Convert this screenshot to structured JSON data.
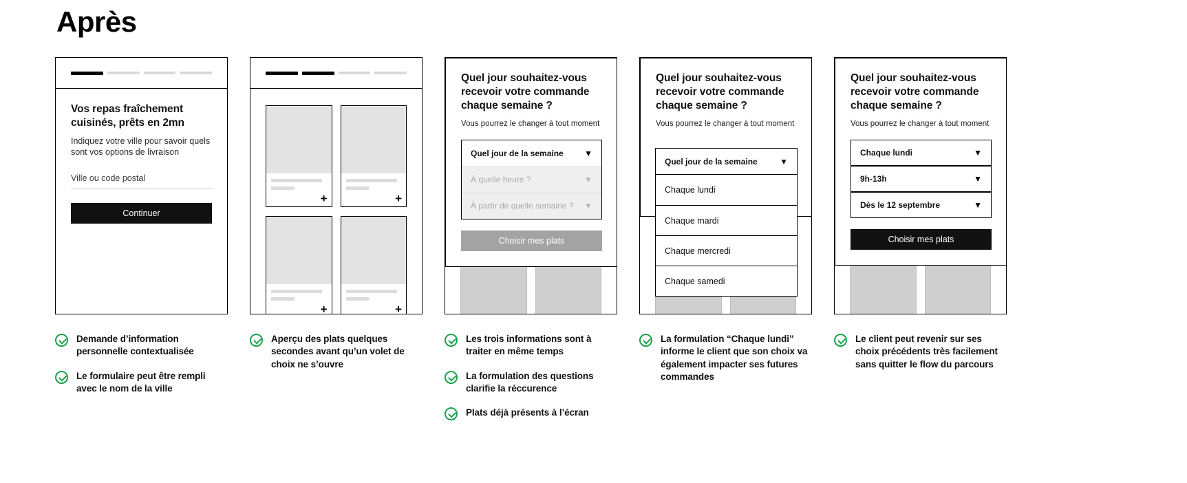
{
  "page": {
    "title": "Après"
  },
  "icons": {
    "caret_down": "▼",
    "plus": "+",
    "check": "check-icon"
  },
  "colors": {
    "accent_check": "#16a34a",
    "primary_button": "#111111",
    "disabled_button": "#a3a3a3",
    "placeholder": "#a8a8a8"
  },
  "columns": [
    {
      "id": "col-1",
      "screen": {
        "type": "form",
        "progress": {
          "total": 4,
          "filled": 1
        },
        "heading": "Vos repas fraîchement cuisinés, prêts en 2mn",
        "subheading": "Indiquez votre ville pour savoir quels sont vos options de livraison",
        "input_placeholder": "Ville ou code postal",
        "input_value": "",
        "button": "Continuer"
      },
      "bullets": [
        "Demande d’information personnelle contextualisée",
        "Le formulaire peut être rempli avec le nom de la ville"
      ]
    },
    {
      "id": "col-2",
      "screen": {
        "type": "dish-grid",
        "progress": {
          "total": 4,
          "filled": 2
        },
        "dishes": 4
      },
      "bullets": [
        "Aperçu des plats quelques secondes avant qu’un volet de choix ne s’ouvre"
      ]
    },
    {
      "id": "col-3",
      "screen": {
        "type": "sheet-empty",
        "question": "Quel jour souhaitez-vous recevoir votre commande chaque semaine ?",
        "note": "Vous pourrez le changer à tout moment",
        "selects": [
          {
            "label": "Quel jour de la semaine",
            "state": "active"
          },
          {
            "label": "À quelle heure ?",
            "state": "disabled"
          },
          {
            "label": "À partir de quelle semaine ?",
            "state": "disabled"
          }
        ],
        "button": {
          "label": "Choisir mes plats",
          "state": "disabled"
        }
      },
      "bullets": [
        "Les trois informations sont à traiter en même temps",
        "La formulation des questions clarifie la réccurence",
        "Plats déjà présents à l’écran"
      ]
    },
    {
      "id": "col-4",
      "screen": {
        "type": "sheet-open-list",
        "question": "Quel jour souhaitez-vous recevoir votre commande chaque semaine ?",
        "note": "Vous pourrez le changer à tout moment",
        "dropdown_header": "Quel jour de la semaine",
        "options": [
          "Chaque lundi",
          "Chaque mardi",
          "Chaque mercredi",
          "Chaque samedi"
        ]
      },
      "bullets": [
        "La formulation “Chaque lundi” informe le client que son choix va également impacter ses futures commandes"
      ]
    },
    {
      "id": "col-5",
      "screen": {
        "type": "sheet-filled",
        "question": "Quel jour souhaitez-vous recevoir votre commande chaque semaine ?",
        "note": "Vous pourrez le changer à tout moment",
        "selects": [
          {
            "label": "Chaque lundi",
            "state": "filled"
          },
          {
            "label": "9h-13h",
            "state": "filled"
          },
          {
            "label": "Dès le 12 septembre",
            "state": "filled"
          }
        ],
        "button": {
          "label": "Choisir mes plats",
          "state": "enabled"
        }
      },
      "bullets": [
        "Le client peut revenir sur ses choix précédents très facilement sans quitter le flow du parcours"
      ]
    }
  ]
}
